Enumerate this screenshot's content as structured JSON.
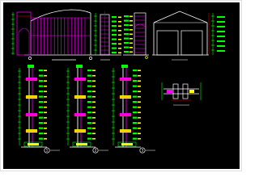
{
  "drawing": {
    "background": "#000000",
    "colors": {
      "outline": "#ffffff",
      "grid": "#ff00ff",
      "dimension": "#00ff00",
      "annotation": "#ffff00",
      "accent": "#ff0000",
      "detail": "#00ffff"
    },
    "detail_markers": [
      "1",
      "2",
      "3"
    ],
    "views": [
      "front-elevation",
      "side-elevation",
      "rear-elevation",
      "end-elevation",
      "section-detail-1",
      "section-detail-2",
      "section-detail-3",
      "connection-detail"
    ]
  }
}
